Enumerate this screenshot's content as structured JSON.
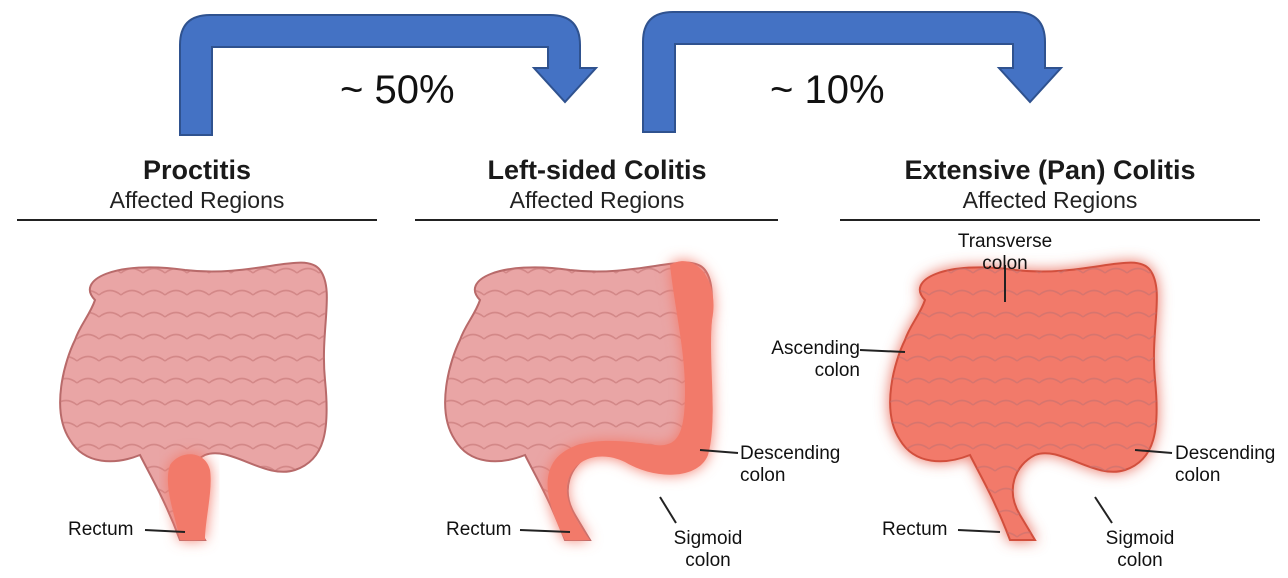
{
  "arrows": [
    {
      "label": "~ 50%",
      "color": "#4472c4"
    },
    {
      "label": "~ 10%",
      "color": "#4472c4"
    }
  ],
  "panels": [
    {
      "title": "Proctitis",
      "subtitle": "Affected Regions",
      "labels": {
        "rectum": "Rectum"
      }
    },
    {
      "title": "Left-sided Colitis",
      "subtitle": "Affected Regions",
      "labels": {
        "rectum": "Rectum",
        "descending": "Descending\ncolon",
        "sigmoid": "Sigmoid\ncolon"
      }
    },
    {
      "title": "Extensive (Pan) Colitis",
      "subtitle": "Affected Regions",
      "labels": {
        "transverse": "Transverse\ncolon",
        "ascending": "Ascending\ncolon",
        "descending": "Descending\ncolon",
        "rectum": "Rectum",
        "sigmoid": "Sigmoid\ncolon"
      }
    }
  ],
  "colors": {
    "healthy": "#e9a5a5",
    "inflamed": "#f27a6a",
    "glow": "#ff6a2a",
    "outline": "#b86a6a"
  }
}
